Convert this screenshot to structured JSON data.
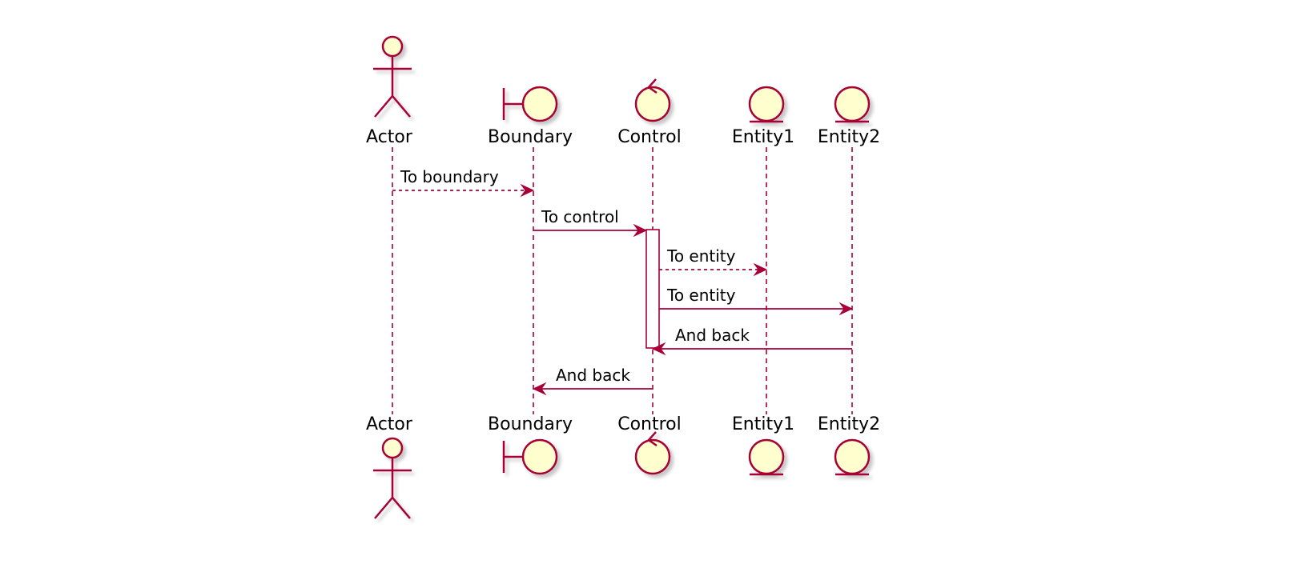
{
  "colors": {
    "line": "#A80036",
    "fill": "#FEFECE",
    "shadow": "#C8C8C8",
    "text": "#000000",
    "background": "#FFFFFF"
  },
  "participants": [
    {
      "id": "actor",
      "type": "actor",
      "label": "Actor"
    },
    {
      "id": "boundary",
      "type": "boundary",
      "label": "Boundary"
    },
    {
      "id": "control",
      "type": "control",
      "label": "Control"
    },
    {
      "id": "entity1",
      "type": "entity",
      "label": "Entity1"
    },
    {
      "id": "entity2",
      "type": "entity",
      "label": "Entity2"
    }
  ],
  "messages": [
    {
      "from": "actor",
      "to": "boundary",
      "label": "To boundary",
      "style": "dashed"
    },
    {
      "from": "boundary",
      "to": "control",
      "label": "To control",
      "style": "solid"
    },
    {
      "from": "control",
      "to": "entity1",
      "label": "To entity",
      "style": "dashed"
    },
    {
      "from": "control",
      "to": "entity2",
      "label": "To entity",
      "style": "solid"
    },
    {
      "from": "entity2",
      "to": "control",
      "label": "And back",
      "style": "solid"
    },
    {
      "from": "control",
      "to": "boundary",
      "label": "And back",
      "style": "solid"
    }
  ],
  "activations": [
    {
      "participant": "control",
      "from_message": 1,
      "to_message": 4
    }
  ]
}
